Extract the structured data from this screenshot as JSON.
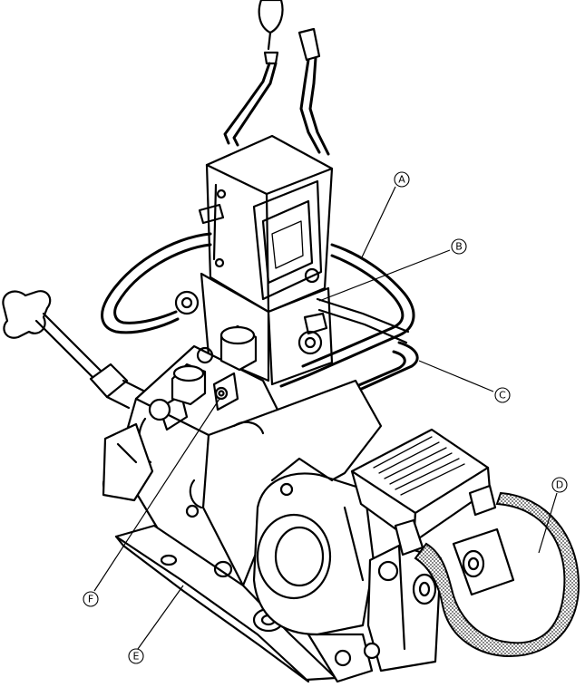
{
  "callouts": [
    {
      "id": "A",
      "label": "A"
    },
    {
      "id": "B",
      "label": "B"
    },
    {
      "id": "C",
      "label": "C"
    },
    {
      "id": "D",
      "label": "D"
    },
    {
      "id": "E",
      "label": "E"
    },
    {
      "id": "F",
      "label": "F"
    }
  ],
  "colors": {
    "ink": "#000000",
    "paper": "#ffffff",
    "hatch": "#555555"
  }
}
